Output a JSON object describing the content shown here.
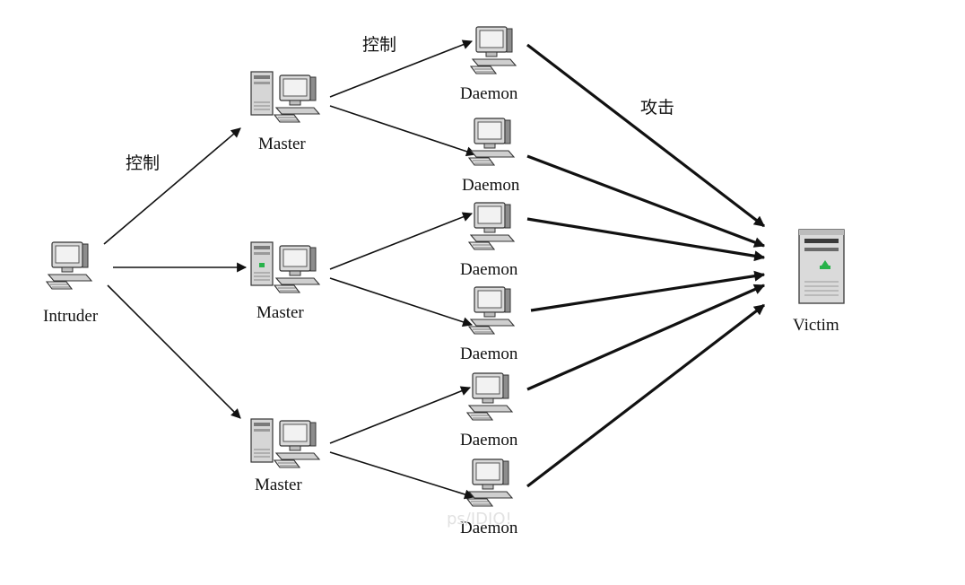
{
  "diagram": {
    "colors": {
      "line": "#111111",
      "case_light": "#dcdcdc",
      "case_dark": "#7a7a7a",
      "screen": "#e8e8e8",
      "led": "#27b24a"
    },
    "nodes": [
      {
        "id": "intruder",
        "label": "Intruder",
        "icon": "intruder-computer-icon"
      },
      {
        "id": "master1",
        "label": "Master",
        "icon": "master-server-icon"
      },
      {
        "id": "master2",
        "label": "Master",
        "icon": "master-server-icon"
      },
      {
        "id": "master3",
        "label": "Master",
        "icon": "master-server-icon"
      },
      {
        "id": "daemon1",
        "label": "Daemon",
        "icon": "daemon-computer-icon"
      },
      {
        "id": "daemon2",
        "label": "Daemon",
        "icon": "daemon-computer-icon"
      },
      {
        "id": "daemon3",
        "label": "Daemon",
        "icon": "daemon-computer-icon"
      },
      {
        "id": "daemon4",
        "label": "Daemon",
        "icon": "daemon-computer-icon"
      },
      {
        "id": "daemon5",
        "label": "Daemon",
        "icon": "daemon-computer-icon"
      },
      {
        "id": "daemon6",
        "label": "Daemon",
        "icon": "daemon-computer-icon"
      },
      {
        "id": "victim",
        "label": "Victim",
        "icon": "victim-server-icon"
      }
    ],
    "edges": [
      {
        "from": "intruder",
        "to": "master1"
      },
      {
        "from": "intruder",
        "to": "master2"
      },
      {
        "from": "intruder",
        "to": "master3"
      },
      {
        "from": "master1",
        "to": "daemon1"
      },
      {
        "from": "master1",
        "to": "daemon2"
      },
      {
        "from": "master2",
        "to": "daemon3"
      },
      {
        "from": "master2",
        "to": "daemon4"
      },
      {
        "from": "master3",
        "to": "daemon5"
      },
      {
        "from": "master3",
        "to": "daemon6"
      },
      {
        "from": "daemon1",
        "to": "victim"
      },
      {
        "from": "daemon2",
        "to": "victim"
      },
      {
        "from": "daemon3",
        "to": "victim"
      },
      {
        "from": "daemon4",
        "to": "victim"
      },
      {
        "from": "daemon5",
        "to": "victim"
      },
      {
        "from": "daemon6",
        "to": "victim"
      }
    ],
    "edge_labels": {
      "intruder_to_master": "控制",
      "master_to_daemon": "控制",
      "daemon_to_victim": "攻击"
    },
    "watermark": "ps/IDIO!"
  }
}
